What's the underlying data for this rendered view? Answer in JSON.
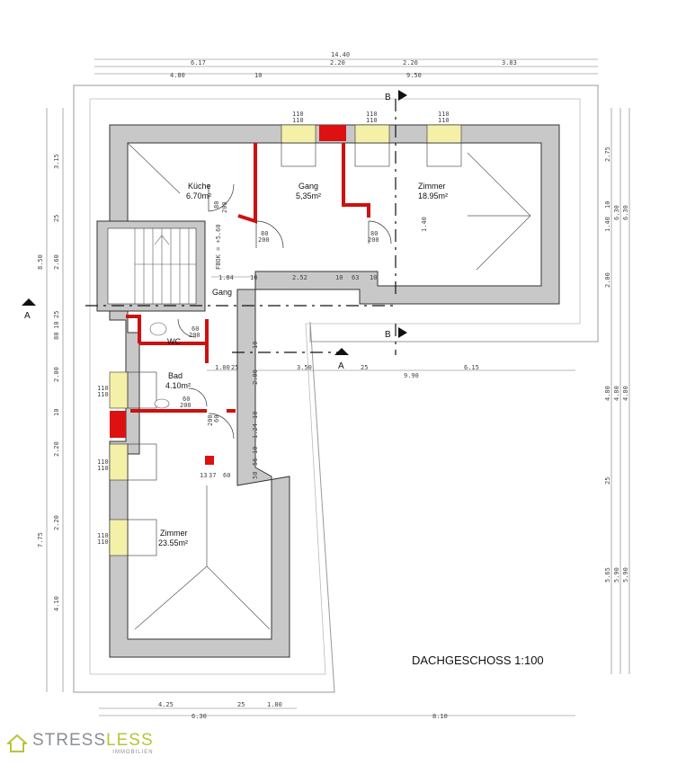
{
  "title": "DACHGESCHOSS 1:100",
  "rooms": [
    {
      "name": "Küche",
      "area": "6.70m²"
    },
    {
      "name": "Gang",
      "area": "5,35m²"
    },
    {
      "name": "Zimmer",
      "area": "18.95m²"
    },
    {
      "name": "Bad",
      "area": "4.10m²"
    },
    {
      "name": "Zimmer",
      "area": "23.55m²"
    },
    {
      "name": "Gang",
      "area": ""
    },
    {
      "name": "WC",
      "area": ""
    }
  ],
  "fbok": "FBOK = +5.60",
  "section_markers": {
    "a": "A",
    "b": "B"
  },
  "dims": {
    "top_total": "14.40",
    "top_row2": [
      "6.17",
      "2.20",
      "2.20",
      "3.83"
    ],
    "top_row3": [
      "4.80",
      "10",
      "9.50"
    ],
    "left_total": "8.50",
    "left_col1": [
      "3.15",
      "25",
      "2.60",
      "25",
      "10",
      "80"
    ],
    "left_col2": [
      "2.00",
      "10",
      "2.20",
      "2.20",
      "7.75",
      "4.10"
    ],
    "right_col": [
      "2.75",
      "10",
      "1.40",
      "6.30",
      "6.30",
      "2.00",
      "4.80",
      "4.80",
      "4.80",
      "25",
      "5.65",
      "5.90",
      "5.90"
    ],
    "bottom_row1": [
      "4.25",
      "25",
      "1.80"
    ],
    "bottom_row2": [
      "6.30",
      "8.10"
    ],
    "mid_row": [
      "1.00",
      "25",
      "3.50",
      "25",
      "9.90",
      "6.15"
    ],
    "inner_row": [
      "1.84",
      "10",
      "2.52",
      "10",
      "63",
      "10"
    ],
    "inner_col": [
      "10",
      "2.00",
      "1.24",
      "10",
      "56",
      "10",
      "50"
    ],
    "inner_col2": [
      "1.40"
    ],
    "windows": [
      "110",
      "110",
      "110",
      "110",
      "110",
      "110",
      "110",
      "110",
      "110",
      "110",
      "110",
      "110"
    ],
    "doors": [
      {
        "w": "80",
        "h": "200"
      },
      {
        "w": "80",
        "h": "200"
      },
      {
        "w": "60",
        "h": "200"
      },
      {
        "w": "60",
        "h": "200"
      },
      {
        "w": "80",
        "h": "200"
      },
      {
        "w": "60",
        "h": "200"
      }
    ],
    "chimney_label": [
      "13",
      "37",
      "60"
    ]
  },
  "logo": {
    "part1": "STRESS",
    "part2": "LESS",
    "sub": "IMMOBILIEN"
  },
  "colors": {
    "wall": "#c8c8c8",
    "wall_stroke": "#333333",
    "partition": "#cc1111",
    "window": "#f4f0a8"
  }
}
